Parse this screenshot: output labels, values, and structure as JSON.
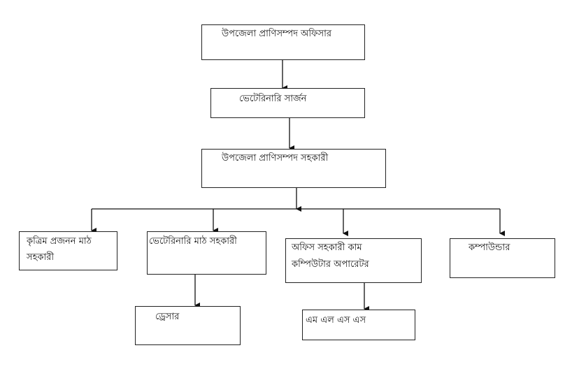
{
  "nodes": {
    "officer": "উপজেলা প্রাণিসম্পদ অফিসার",
    "surgeon": "ভেটেরিনারি সার্জন",
    "assistant": "উপজেলা প্রাণিসম্পদ সহকারী",
    "ai_field_line1": "কৃত্রিম প্রজনন মাঠ",
    "ai_field_line2": "সহকারী",
    "vet_field": "ভেটেরিনারি মাঠ সহকারী",
    "office_line1": "অফিস সহকারী কাম",
    "office_line2": "কম্পিউটার অপারেটর",
    "compounder": "কম্পাউন্ডার",
    "dresser": "ড্রেসার",
    "mlss": "এম এল এস এস"
  }
}
